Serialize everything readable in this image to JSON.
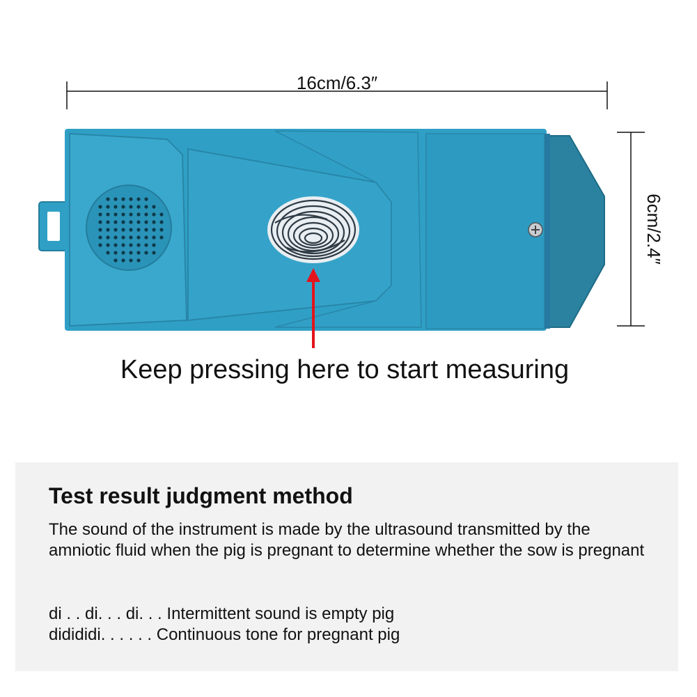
{
  "dimensions": {
    "width_label": "16cm/6.3″",
    "height_label": "6cm/2.4″"
  },
  "caption": "Keep pressing here to start measuring",
  "result_panel": {
    "title": "Test result judgment method",
    "description": "The sound of the instrument is made by the ultrasound transmitted by the amniotic fluid when the pig is pregnant to determine whether the sow is pregnant",
    "line_empty": "di . . di. . . di. . . Intermittent sound is empty pig",
    "line_pregnant": "didididi. . . . . . Continuous tone for pregnant pig"
  },
  "colors": {
    "device_body": "#2f9fc5",
    "device_dark": "#2a86a6",
    "arrow": "#e3141c"
  }
}
